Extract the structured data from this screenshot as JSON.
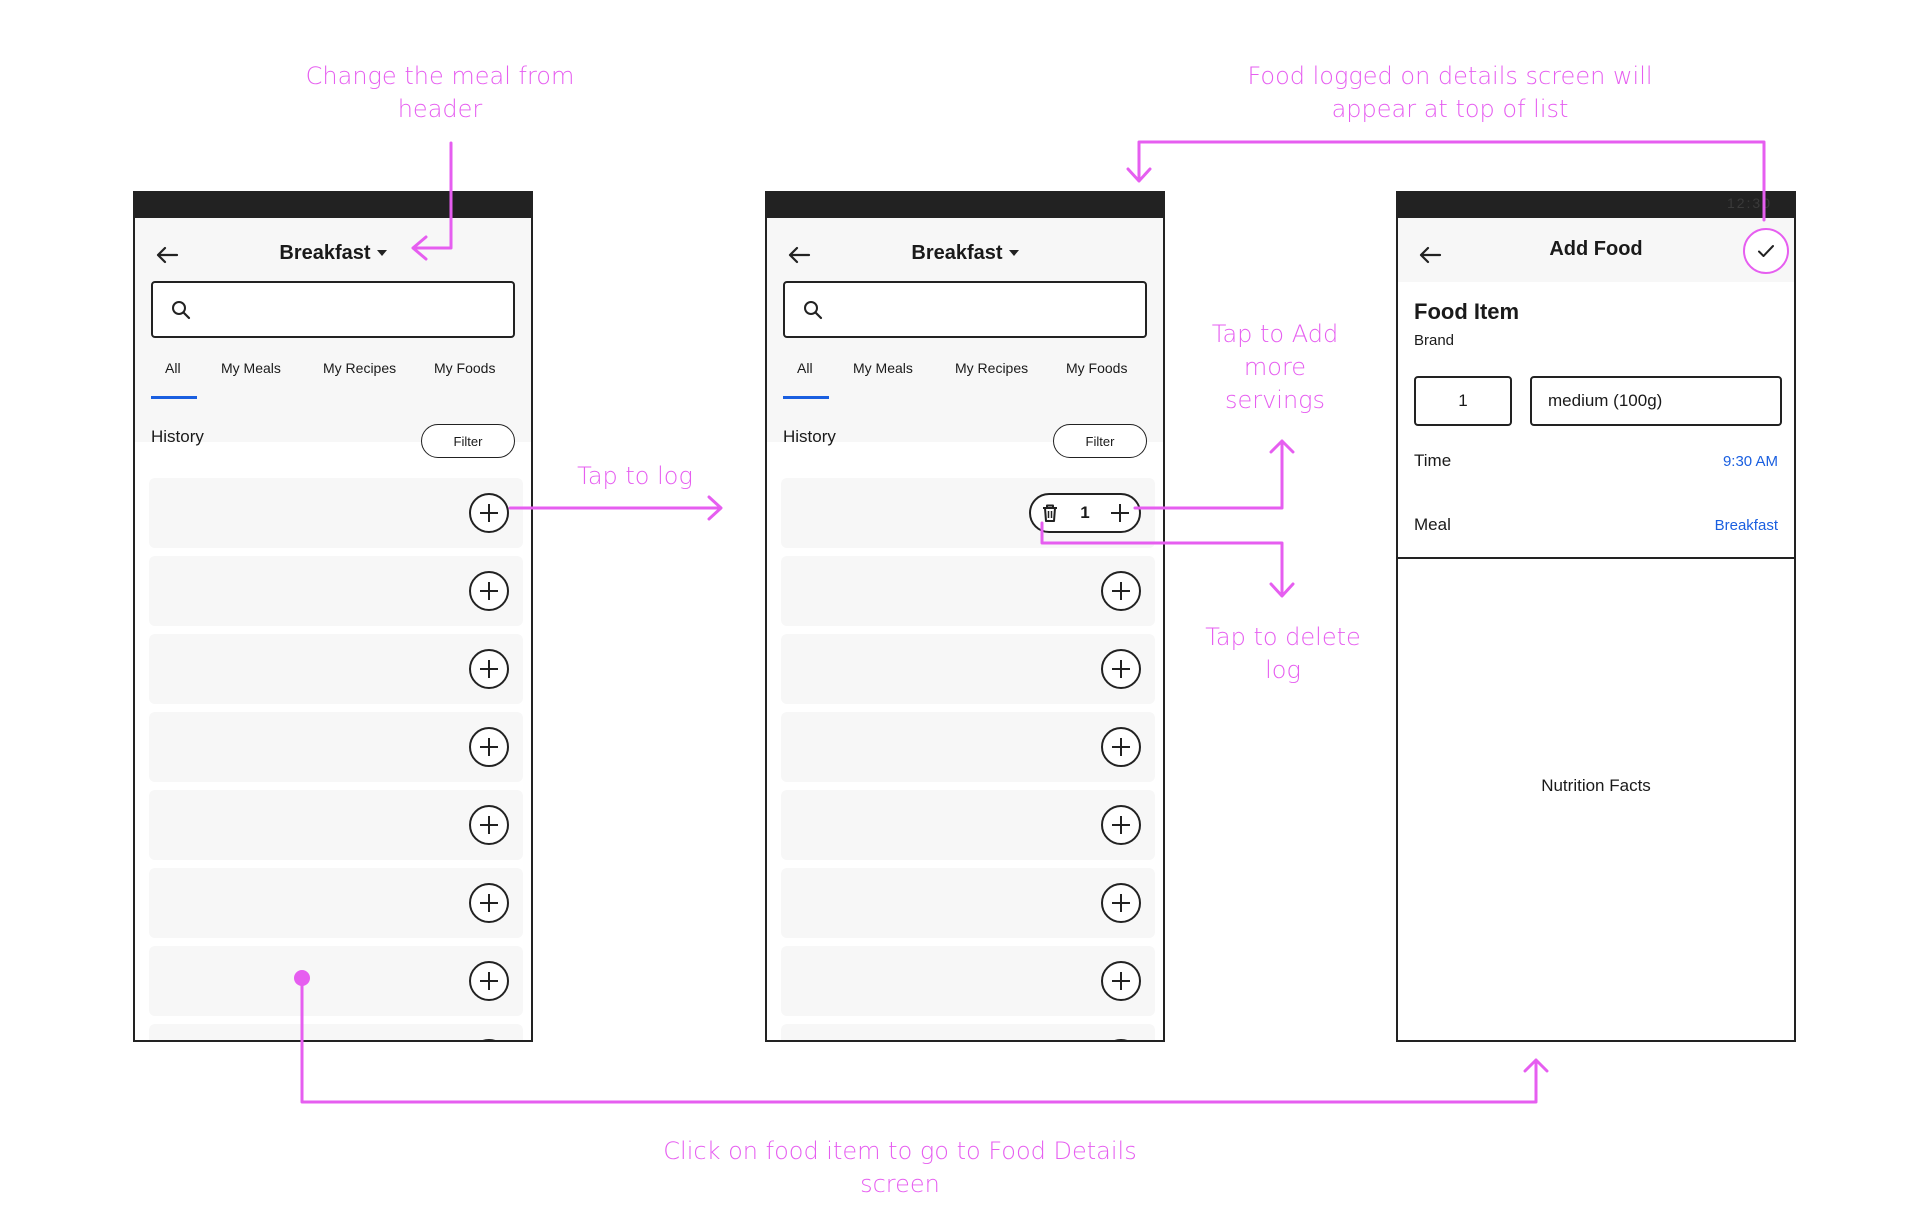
{
  "annotations": {
    "change_meal": "Change the meal from\nheader",
    "food_logged": "Food logged on details screen will\nappear at top of list",
    "tap_to_log": "Tap to log",
    "tap_to_add": "Tap to Add\nmore\nservings",
    "tap_to_delete": "Tap to delete\nlog",
    "click_food_item": "Click on food item to go to Food Details screen"
  },
  "colors": {
    "annotation": "#e65ef0",
    "accent": "#1a5fe0",
    "frame": "#222222"
  },
  "screen1": {
    "title": "Breakfast",
    "tabs": [
      "All",
      "My Meals",
      "My Recipes",
      "My Foods"
    ],
    "history_label": "History",
    "filter_label": "Filter"
  },
  "screen2": {
    "title": "Breakfast",
    "tabs": [
      "All",
      "My Meals",
      "My Recipes",
      "My Foods"
    ],
    "history_label": "History",
    "filter_label": "Filter",
    "stepper_count": "1"
  },
  "screen3": {
    "status_time": "12:30",
    "title": "Add Food",
    "food_name": "Food Item",
    "brand": "Brand",
    "quantity": "1",
    "serving": "medium (100g)",
    "time_label": "Time",
    "time_value": "9:30 AM",
    "meal_label": "Meal",
    "meal_value": "Breakfast",
    "nutrition_label": "Nutrition Facts"
  }
}
